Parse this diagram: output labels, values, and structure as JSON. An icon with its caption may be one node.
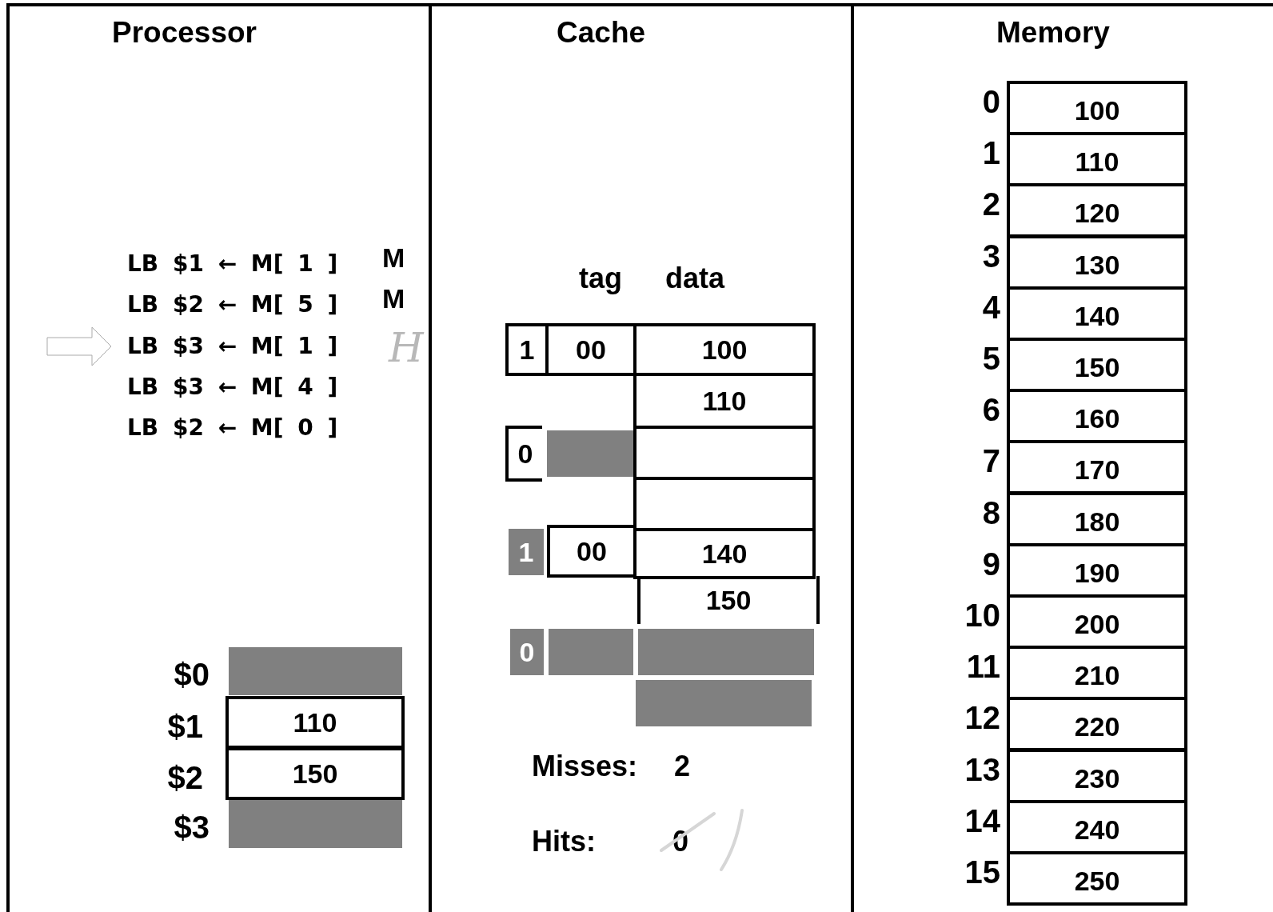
{
  "diagram": {
    "nodes": [
      {
        "text": [
          "Processor"
        ]
      },
      {
        "text": [],
        "shape": "box",
        "beside": [
          "$0"
        ],
        "in": 0
      },
      {
        "text": [
          "110"
        ],
        "beside": [
          "$1"
        ],
        "in": 0
      },
      {
        "text": [
          "150"
        ],
        "beside": [
          "$2"
        ],
        "in": 0
      },
      {
        "text": [],
        "shape": "box",
        "beside": [
          "$3"
        ],
        "in": 0
      },
      {
        "text": [
          "Cache"
        ]
      },
      {
        "text": [
          "1"
        ],
        "in": 5
      },
      {
        "text": [
          "00"
        ],
        "in": 5
      },
      {
        "text": [
          "100"
        ],
        "in": 5
      },
      {
        "text": [
          "110"
        ],
        "in": 5
      },
      {
        "text": [
          "0"
        ],
        "in": 5
      },
      {
        "text": [],
        "shape": "box",
        "in": 5
      },
      {
        "text": [],
        "shape": "box",
        "in": 5
      },
      {
        "text": [],
        "shape": "box",
        "in": 5
      },
      {
        "text": [
          "1"
        ],
        "in": 5
      },
      {
        "text": [
          "00"
        ],
        "in": 5
      },
      {
        "text": [
          "140"
        ],
        "in": 5
      },
      {
        "text": [
          "150"
        ],
        "in": 5
      },
      {
        "text": [
          "0"
        ],
        "in": 5
      },
      {
        "text": [],
        "shape": "box",
        "in": 5
      },
      {
        "text": [],
        "shape": "box",
        "in": 5
      },
      {
        "text": [],
        "shape": "box",
        "in": 5
      },
      {
        "text": [
          "Memory"
        ]
      },
      {
        "text": [
          "100"
        ],
        "beside": [
          "0"
        ],
        "in": 22
      },
      {
        "text": [
          "110"
        ],
        "beside": [
          "1"
        ],
        "in": 22
      },
      {
        "text": [
          "120"
        ],
        "beside": [
          "2"
        ],
        "in": 22
      },
      {
        "text": [
          "130"
        ],
        "beside": [
          "3"
        ],
        "in": 22
      },
      {
        "text": [
          "140"
        ],
        "beside": [
          "4"
        ],
        "in": 22
      },
      {
        "text": [
          "150"
        ],
        "beside": [
          "5"
        ],
        "in": 22
      },
      {
        "text": [
          "160"
        ],
        "beside": [
          "6"
        ],
        "in": 22
      },
      {
        "text": [
          "170"
        ],
        "beside": [
          "7"
        ],
        "in": 22
      },
      {
        "text": [
          "180"
        ],
        "beside": [
          "8"
        ],
        "in": 22
      },
      {
        "text": [
          "190"
        ],
        "beside": [
          "9"
        ],
        "in": 22
      },
      {
        "text": [
          "200"
        ],
        "beside": [
          "10"
        ],
        "in": 22
      },
      {
        "text": [
          "210"
        ],
        "beside": [
          "11"
        ],
        "in": 22
      },
      {
        "text": [
          "220"
        ],
        "beside": [
          "12"
        ],
        "in": 22
      },
      {
        "text": [
          "230"
        ],
        "beside": [
          "13"
        ],
        "in": 22
      },
      {
        "text": [
          "240"
        ],
        "beside": [
          "14"
        ],
        "in": 22
      },
      {
        "text": [
          "250"
        ],
        "beside": [
          "15"
        ],
        "in": 22
      }
    ],
    "labels": [
      "LB $1 ← M[ 1 ]",
      "M",
      "LB $2 ← M[ 5 ]",
      "M",
      "LB $3 ← M[ 1 ]",
      "H",
      "LB $3 ← M[ 4 ]",
      "LB $2 ← M[ 0 ]",
      "tag",
      "data",
      "Misses:",
      "2",
      "Hits:",
      "0"
    ]
  }
}
